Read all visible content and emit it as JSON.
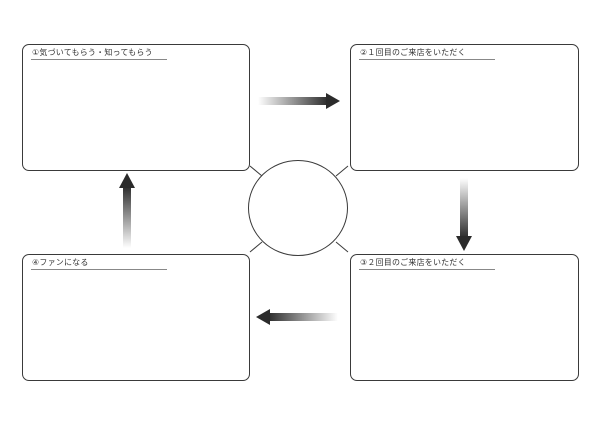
{
  "boxes": {
    "step1": {
      "title": "①気づいてもらう・知ってもらう"
    },
    "step2": {
      "title": "②１回目のご来店をいただく"
    },
    "step3": {
      "title": "③２回目のご来店をいただく"
    },
    "step4": {
      "title": "④ファンになる"
    }
  },
  "colors": {
    "border": "#3a3a3a",
    "arrow_dark": "#2b2b2b",
    "arrow_light": "#ffffff"
  }
}
